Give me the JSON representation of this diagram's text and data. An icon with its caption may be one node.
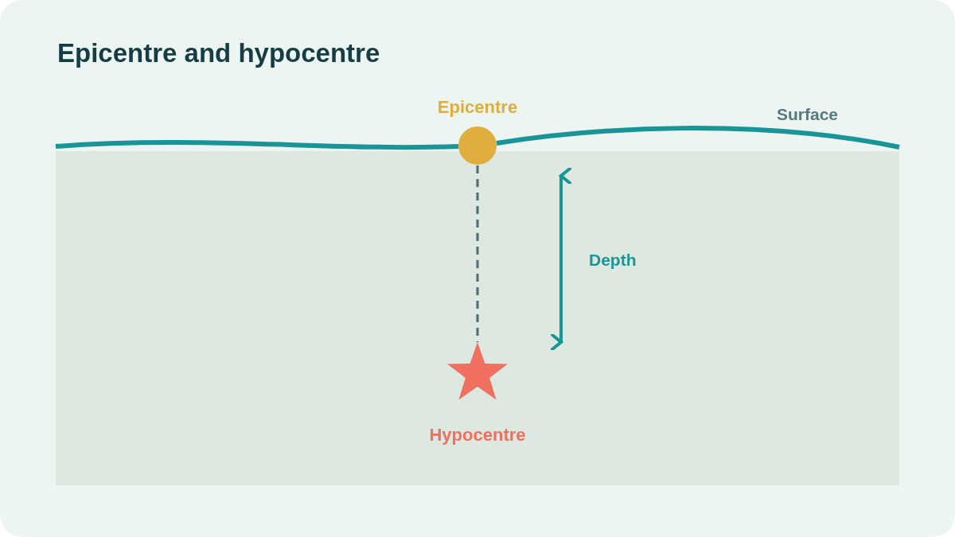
{
  "diagram": {
    "title": "Epicentre and hypocentre",
    "nodes": [
      {
        "text": [
          "Epicentre"
        ]
      },
      {
        "text": [
          "Hypocentre"
        ]
      }
    ],
    "edges": [
      {
        "from": 0,
        "to": 1,
        "arrow": "none",
        "style": "dashed"
      }
    ],
    "labels": [
      "Surface",
      "Depth"
    ]
  }
}
